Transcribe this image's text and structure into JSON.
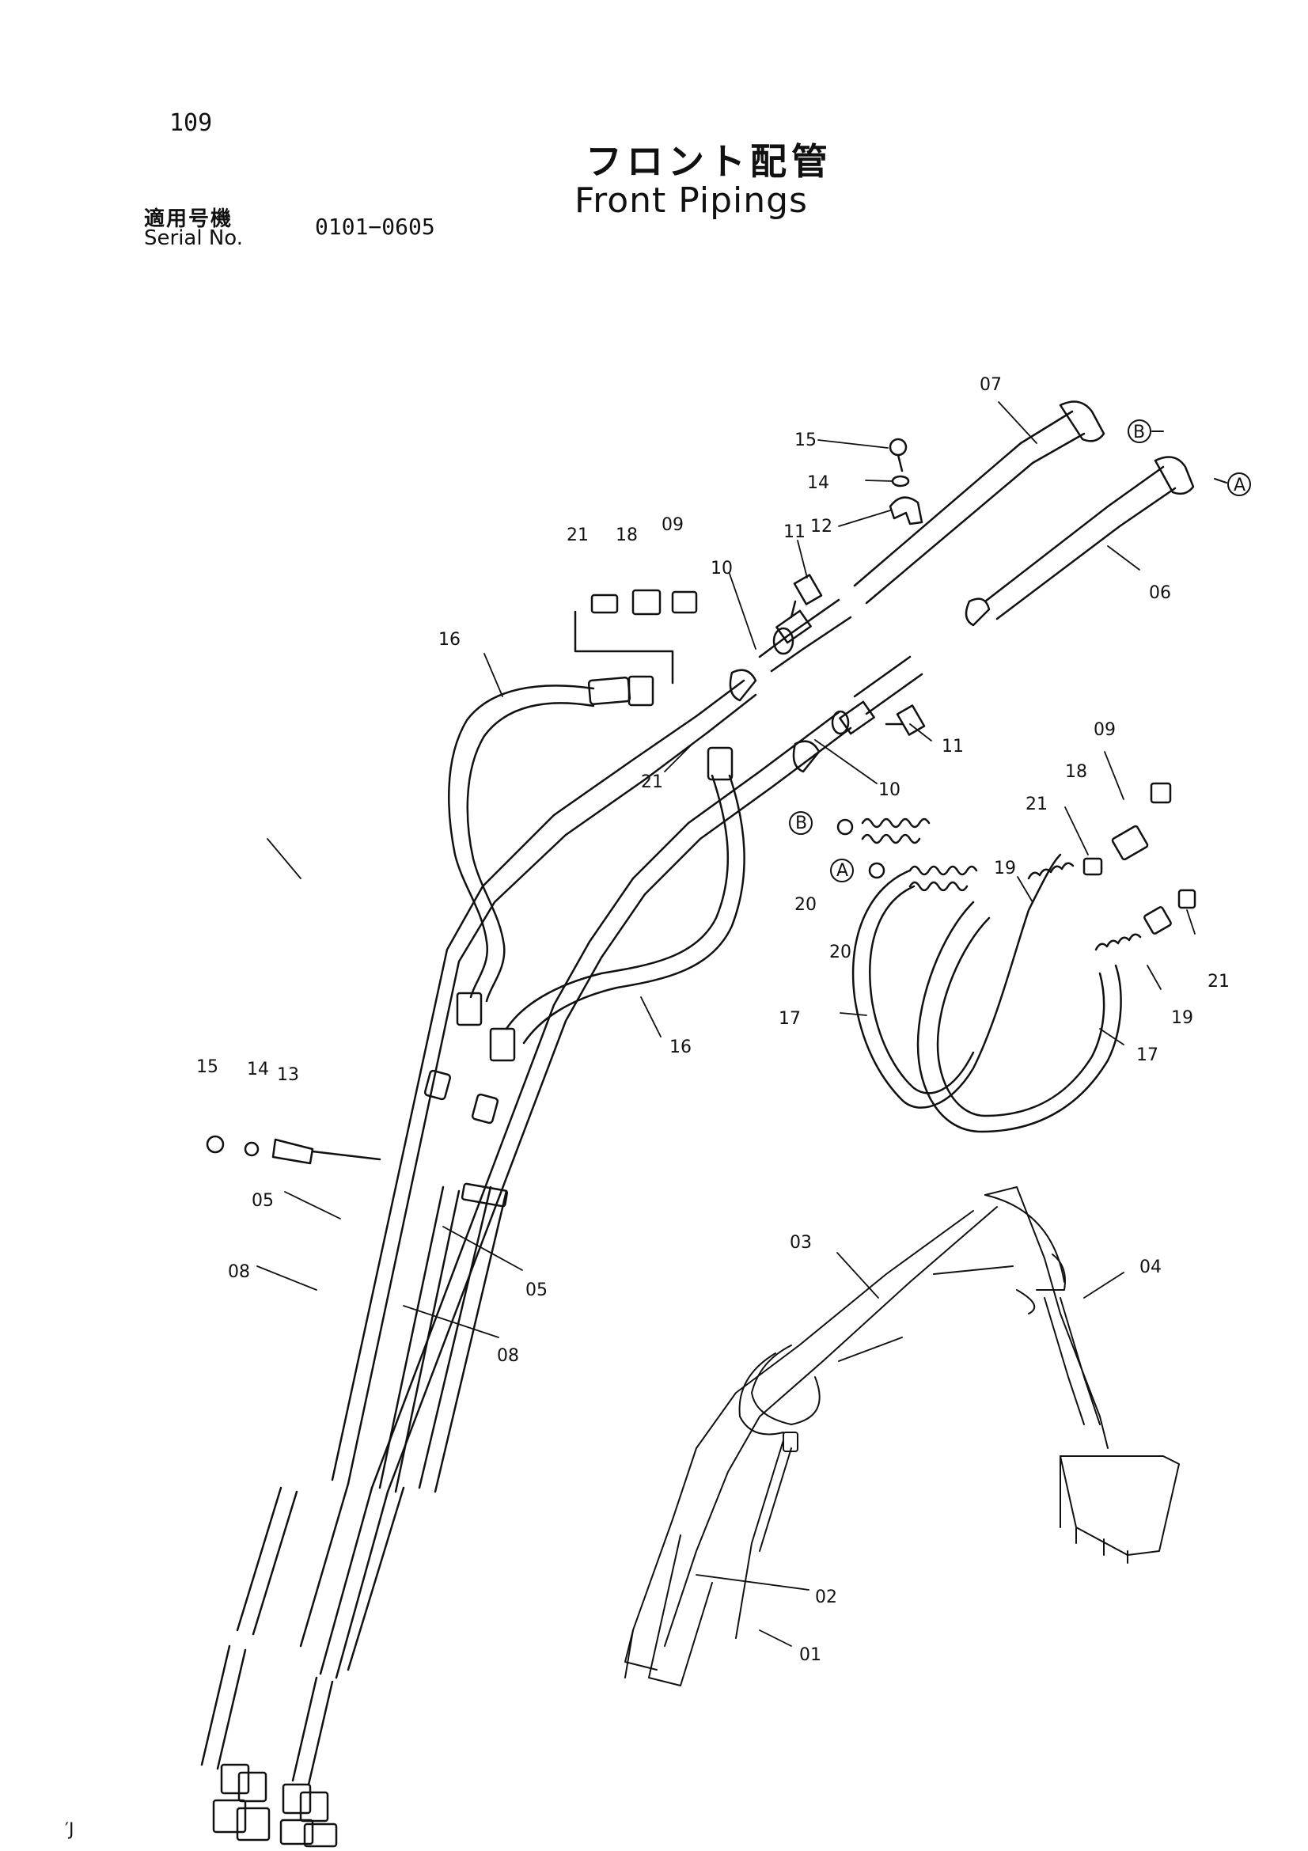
{
  "header": {
    "page_number": "109",
    "title_ja": "フロント配管",
    "title_en": "Front Pipings",
    "serial_label_ja": "適用号機",
    "serial_label_en": "Serial No.",
    "serial_range": "0101−0605"
  },
  "footer_mark": "′J",
  "callouts": [
    {
      "id": "c07a",
      "text": "07"
    },
    {
      "id": "c15a",
      "text": "15"
    },
    {
      "id": "c14a",
      "text": "14"
    },
    {
      "id": "c12",
      "text": "12"
    },
    {
      "id": "c06",
      "text": "06"
    },
    {
      "id": "c21a",
      "text": "21"
    },
    {
      "id": "c18a",
      "text": "18"
    },
    {
      "id": "c09a",
      "text": "09"
    },
    {
      "id": "c11a",
      "text": "11"
    },
    {
      "id": "c10a",
      "text": "10"
    },
    {
      "id": "c16a",
      "text": "16"
    },
    {
      "id": "c21b",
      "text": "21"
    },
    {
      "id": "c11b",
      "text": "11"
    },
    {
      "id": "c10b",
      "text": "10"
    },
    {
      "id": "c09b",
      "text": "09"
    },
    {
      "id": "c18b",
      "text": "18"
    },
    {
      "id": "c21c",
      "text": "21"
    },
    {
      "id": "c19a",
      "text": "19"
    },
    {
      "id": "c20a",
      "text": "20"
    },
    {
      "id": "c20b",
      "text": "20"
    },
    {
      "id": "c21d",
      "text": "21"
    },
    {
      "id": "c19b",
      "text": "19"
    },
    {
      "id": "c17a",
      "text": "17"
    },
    {
      "id": "c17b",
      "text": "17"
    },
    {
      "id": "c16b",
      "text": "16"
    },
    {
      "id": "c15b",
      "text": "15"
    },
    {
      "id": "c14b",
      "text": "14"
    },
    {
      "id": "c13",
      "text": "13"
    },
    {
      "id": "c05a",
      "text": "05"
    },
    {
      "id": "c08a",
      "text": "08"
    },
    {
      "id": "c05b",
      "text": "05"
    },
    {
      "id": "c08b",
      "text": "08"
    },
    {
      "id": "c03",
      "text": "03"
    },
    {
      "id": "c04",
      "text": "04"
    },
    {
      "id": "c02",
      "text": "02"
    },
    {
      "id": "c01",
      "text": "01"
    }
  ],
  "circle_refs": [
    {
      "id": "rB1",
      "text": "B"
    },
    {
      "id": "rA1",
      "text": "A"
    },
    {
      "id": "rB2",
      "text": "B"
    },
    {
      "id": "rA2",
      "text": "A"
    }
  ]
}
